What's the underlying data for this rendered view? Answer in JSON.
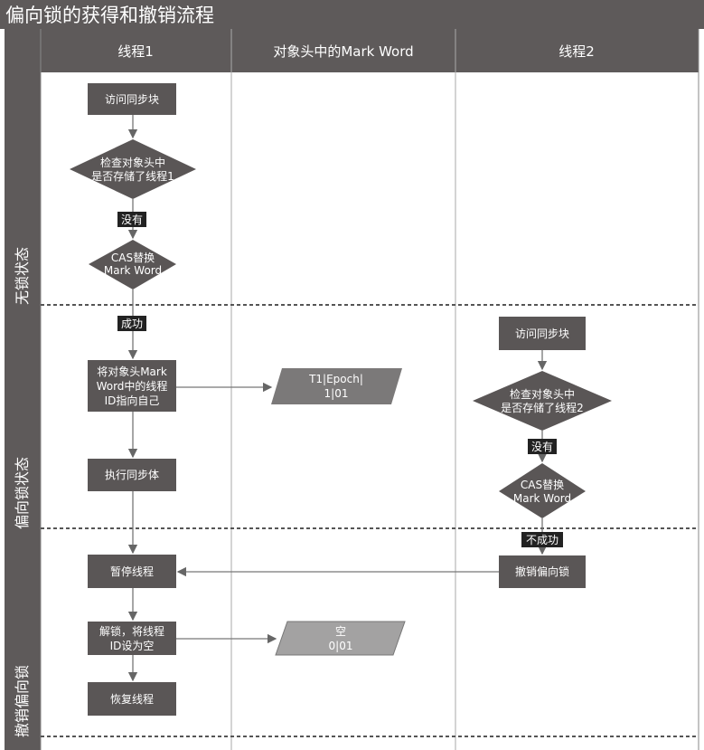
{
  "title": "偏向锁的获得和撤销流程",
  "columns": [
    "线程1",
    "对象头中的Mark Word",
    "线程2"
  ],
  "phases": [
    "无锁状态",
    "偏向锁状态",
    "撤销偏向锁"
  ],
  "thread1": {
    "access_sync": "访问同步块",
    "check": [
      "检查对象头中",
      "是否存储了线程1"
    ],
    "no_label": "没有",
    "cas": [
      "CAS替换",
      "Mark Word"
    ],
    "success_label": "成功",
    "set_id": [
      "将对象头Mark",
      "Word中的线程",
      "ID指向自己"
    ],
    "exec": "执行同步体",
    "pause": "暂停线程",
    "unlock": [
      "解锁，将线程",
      "ID设为空"
    ],
    "resume": "恢复线程"
  },
  "markword": {
    "biased": [
      "T1|Epoch|",
      "1|01"
    ],
    "empty": [
      "空",
      "0|01"
    ]
  },
  "thread2": {
    "access_sync": "访问同步块",
    "check": [
      "检查对象头中",
      "是否存储了线程2"
    ],
    "no_label": "没有",
    "cas": [
      "CAS替换",
      "Mark Word"
    ],
    "fail_label": "不成功",
    "revoke": "撤销偏向锁"
  },
  "colors": {
    "dark": "#5e5a5a",
    "box": "#5a5656",
    "para1": "#7b7979",
    "para2": "#a3a2a2"
  }
}
